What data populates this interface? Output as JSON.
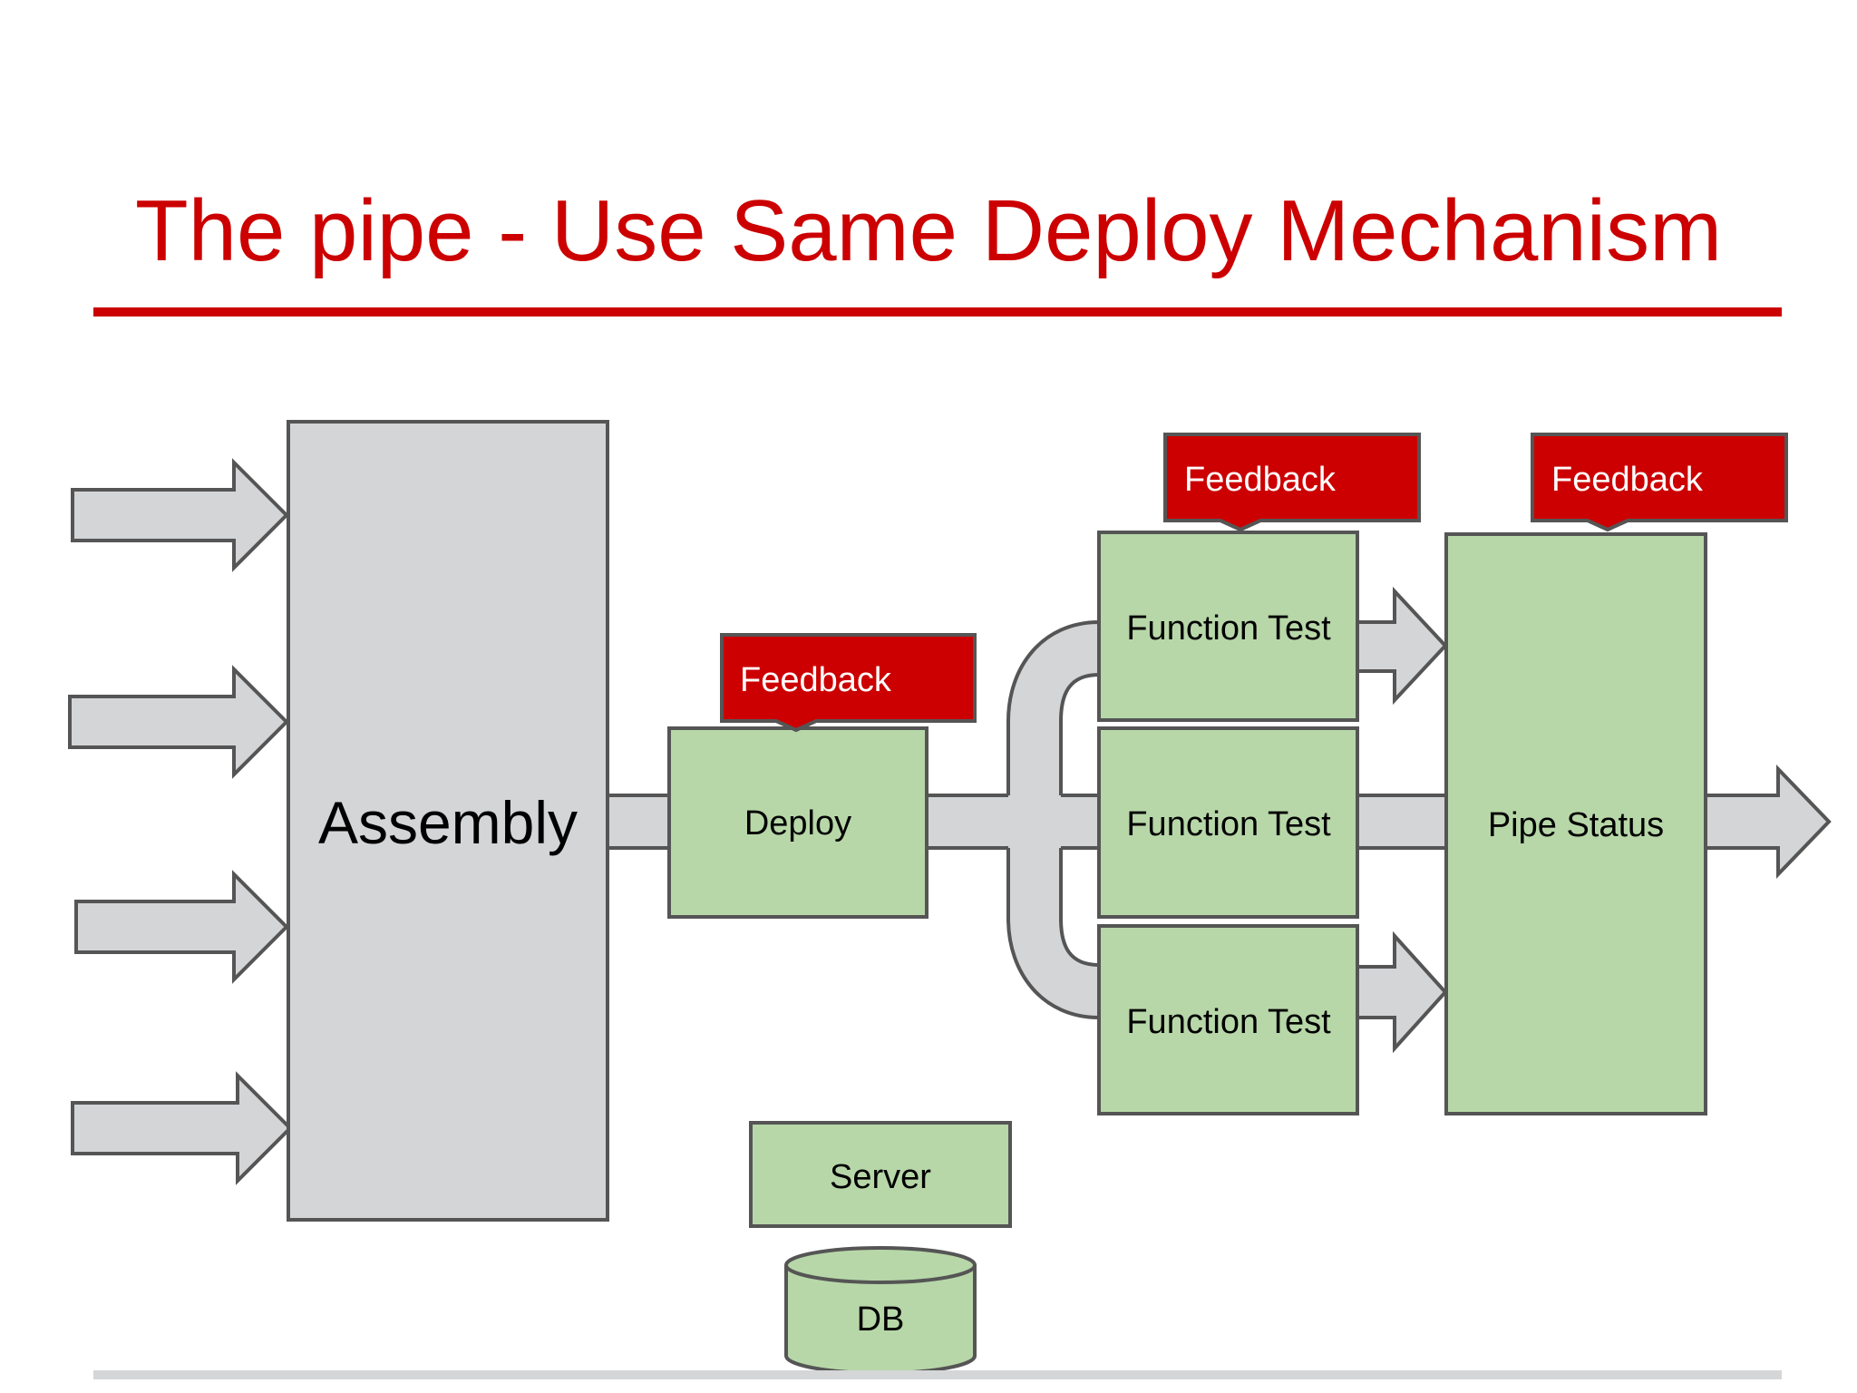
{
  "title": "The pipe - Use Same Deploy Mechanism",
  "colors": {
    "title": "#cc0000",
    "rule": "#cc0000",
    "stage_fill": "#b7d7a8",
    "assembly_fill": "#d3d5d7",
    "arrow_fill": "#d3d5d7",
    "feedback_fill": "#cc0000",
    "stroke": "#555555"
  },
  "diagram": {
    "assembly": "Assembly",
    "deploy": "Deploy",
    "function_tests": [
      "Function Test",
      "Function Test",
      "Function Test"
    ],
    "pipe_status": "Pipe Status",
    "server": "Server",
    "db": "DB",
    "feedback": [
      "Feedback",
      "Feedback",
      "Feedback"
    ]
  }
}
